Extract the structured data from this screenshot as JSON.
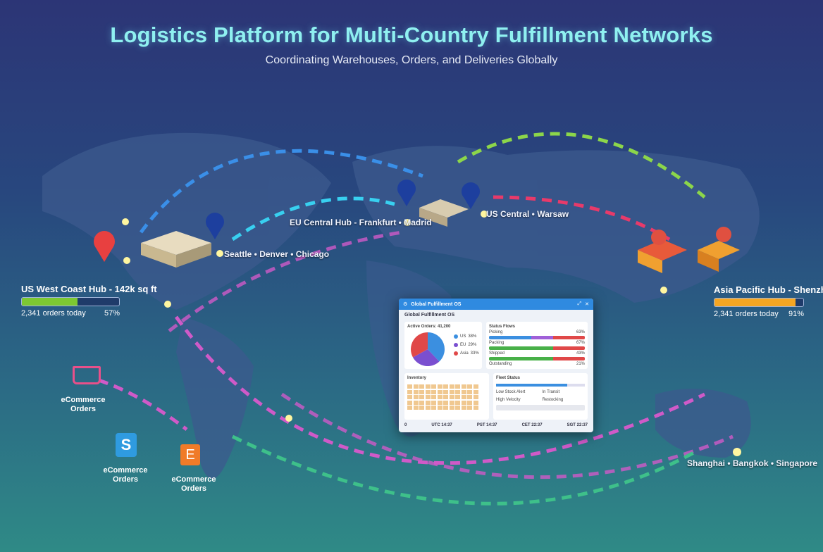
{
  "header": {
    "title": "Logistics Platform for Multi-Country Fulfillment Networks",
    "subtitle": "Coordinating Warehouses, Orders, and Deliveries Globally"
  },
  "hubs": {
    "us": {
      "title": "US West Coast Hub - 142k sq ft",
      "orders": "2,341 orders today",
      "percent_label": "57%",
      "fill": 57,
      "color": "#7dc832",
      "cities": "Seattle • Denver • Chicago"
    },
    "eu": {
      "title": "EU Central Hub - Frankfurt • Madrid",
      "cities": "US Central • Warsaw"
    },
    "asia": {
      "title": "Asia Pacific Hub - Shenzhen",
      "orders": "2,341 orders today",
      "percent_label": "91%",
      "fill": 91,
      "color": "#f5a623",
      "cities": "Shanghai • Bangkok • Singapore"
    }
  },
  "ecommerce": [
    {
      "label": "eCommerce Orders",
      "icon": "shopping-cart-icon",
      "color": "#e8508a"
    },
    {
      "label": "eCommerce Orders",
      "icon": "shopify-bag-icon",
      "color": "#2f9be0"
    },
    {
      "label": "eCommerce Orders",
      "icon": "etsy-icon",
      "letter": "E",
      "color": "#f07b28"
    }
  ],
  "dashboard": {
    "window_title": "Global Fulfillment OS",
    "heading": "Global Fulfillment OS",
    "active_orders": "Active Orders: 41,200",
    "pie": [
      {
        "label": "US",
        "value": 38,
        "pct": "38%",
        "color": "#3b8fe0"
      },
      {
        "label": "EU",
        "value": 29,
        "pct": "29%",
        "color": "#7a4fd0"
      },
      {
        "label": "Asia",
        "value": 33,
        "pct": "33%",
        "color": "#e04848"
      }
    ],
    "status_title": "Status Flows",
    "status": [
      {
        "label": "Picking",
        "pct": "63%"
      },
      {
        "label": "Packing",
        "pct": "67%"
      },
      {
        "label": "Shipped",
        "pct": "43%"
      },
      {
        "label": "Outstanding",
        "pct": "21%"
      }
    ],
    "inventory_title": "Inventory",
    "alerts_title": "Fleet Status",
    "alerts": [
      "Low Stock Alert",
      "In Transit",
      "High Velocity",
      "Restocking"
    ],
    "clocks": [
      "0",
      "UTC 14:37",
      "PST 14:37",
      "CET 22:37",
      "SGT 22:37"
    ]
  }
}
